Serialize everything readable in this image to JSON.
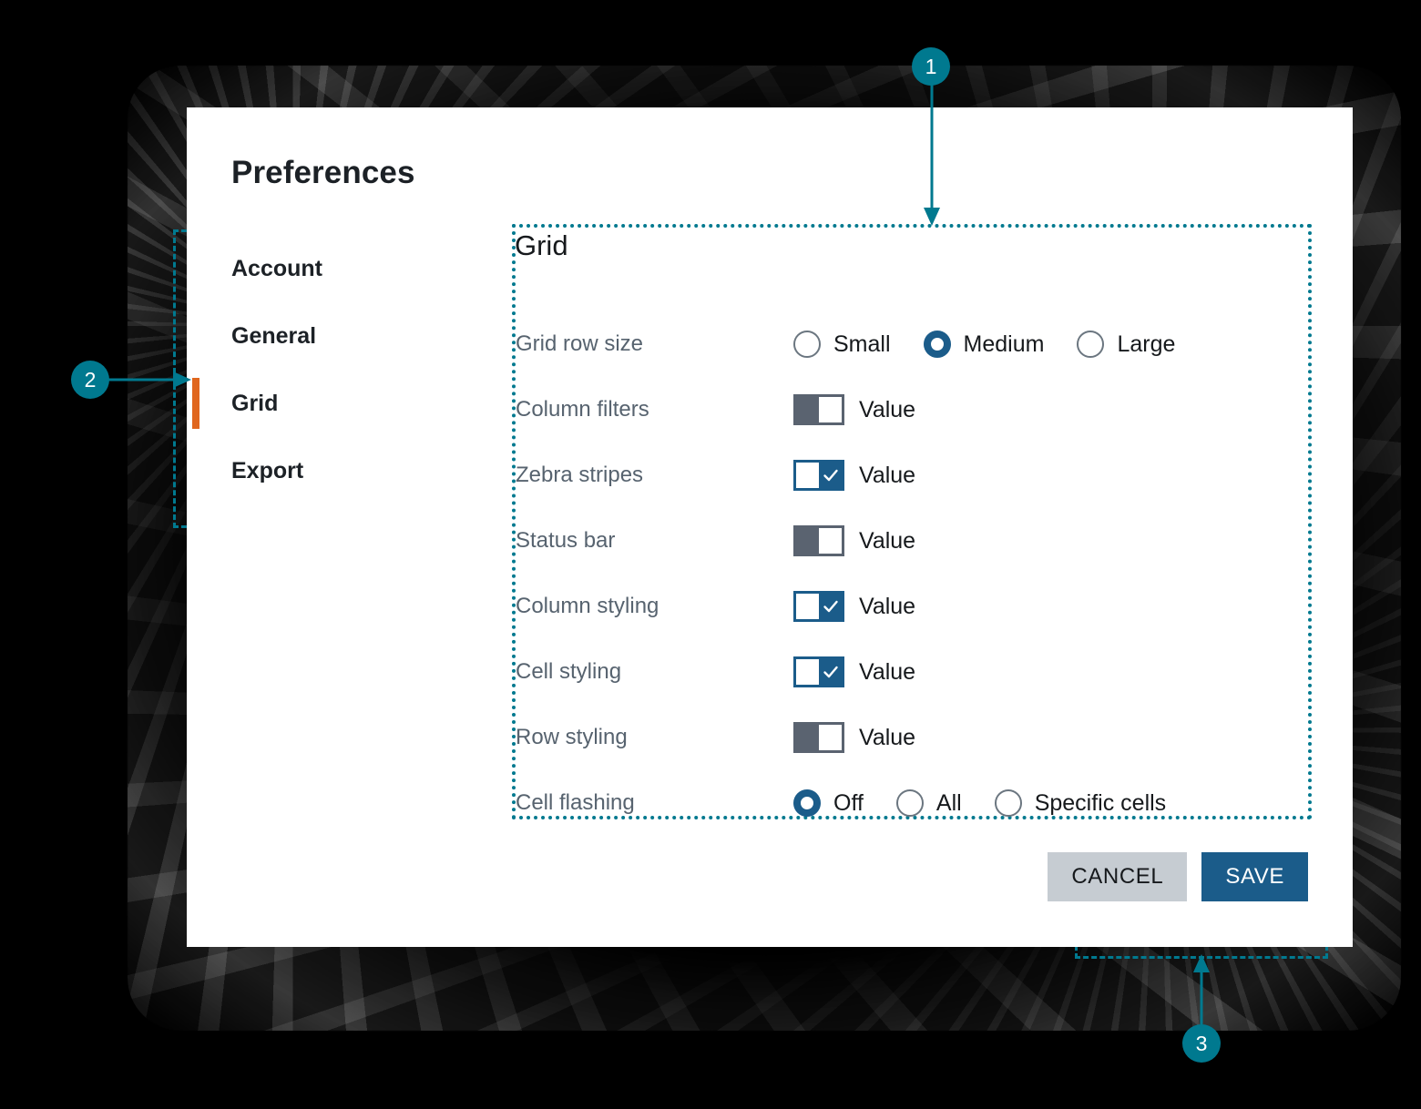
{
  "dialog": {
    "title": "Preferences"
  },
  "sidebar": {
    "items": [
      {
        "label": "Account",
        "active": false
      },
      {
        "label": "General",
        "active": false
      },
      {
        "label": "Grid",
        "active": true
      },
      {
        "label": "Export",
        "active": false
      }
    ]
  },
  "panel": {
    "heading": "Grid",
    "rows": [
      {
        "label": "Grid row size",
        "type": "radio",
        "options": [
          {
            "label": "Small",
            "selected": false
          },
          {
            "label": "Medium",
            "selected": true
          },
          {
            "label": "Large",
            "selected": false
          }
        ]
      },
      {
        "label": "Column filters",
        "type": "toggle",
        "on": false,
        "value_label": "Value"
      },
      {
        "label": "Zebra stripes",
        "type": "toggle",
        "on": true,
        "value_label": "Value"
      },
      {
        "label": "Status bar",
        "type": "toggle",
        "on": false,
        "value_label": "Value"
      },
      {
        "label": "Column styling",
        "type": "toggle",
        "on": true,
        "value_label": "Value"
      },
      {
        "label": "Cell styling",
        "type": "toggle",
        "on": true,
        "value_label": "Value"
      },
      {
        "label": "Row styling",
        "type": "toggle",
        "on": false,
        "value_label": "Value"
      },
      {
        "label": "Cell flashing",
        "type": "radio",
        "options": [
          {
            "label": "Off",
            "selected": true
          },
          {
            "label": "All",
            "selected": false
          },
          {
            "label": "Specific cells",
            "selected": false
          }
        ]
      }
    ]
  },
  "footer": {
    "cancel_label": "CANCEL",
    "save_label": "SAVE"
  },
  "annotations": {
    "markers": [
      {
        "id": "1",
        "label": "1",
        "target": "grid-settings-panel"
      },
      {
        "id": "2",
        "label": "2",
        "target": "sidebar-navigation"
      },
      {
        "id": "3",
        "label": "3",
        "target": "dialog-action-buttons"
      }
    ]
  },
  "colors": {
    "accent_teal": "#00798f",
    "accent_orange": "#e0661e",
    "primary_blue": "#1b5c8a",
    "toggle_off_gray": "#5a6370",
    "cancel_gray": "#c6ccd2",
    "label_gray": "#57636f",
    "text_dark": "#16191c",
    "dialog_bg": "#ffffff",
    "page_bg": "#000000"
  }
}
